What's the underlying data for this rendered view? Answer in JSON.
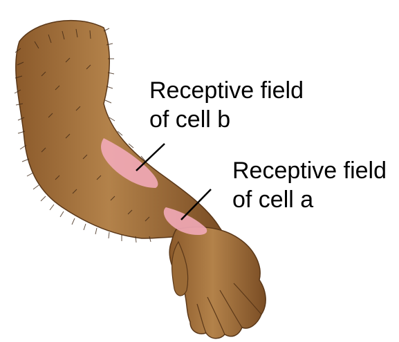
{
  "labels": {
    "cell_b": {
      "line1": "Receptive field",
      "line2": "of cell b"
    },
    "cell_a": {
      "line1": "Receptive field",
      "line2": "of cell a"
    }
  },
  "colors": {
    "skin": "#a8763f",
    "skin_dark": "#6e4520",
    "hair": "#3d2614",
    "receptive_field": "#f2aab8",
    "leader_line": "#000000",
    "background": "#ffffff"
  }
}
